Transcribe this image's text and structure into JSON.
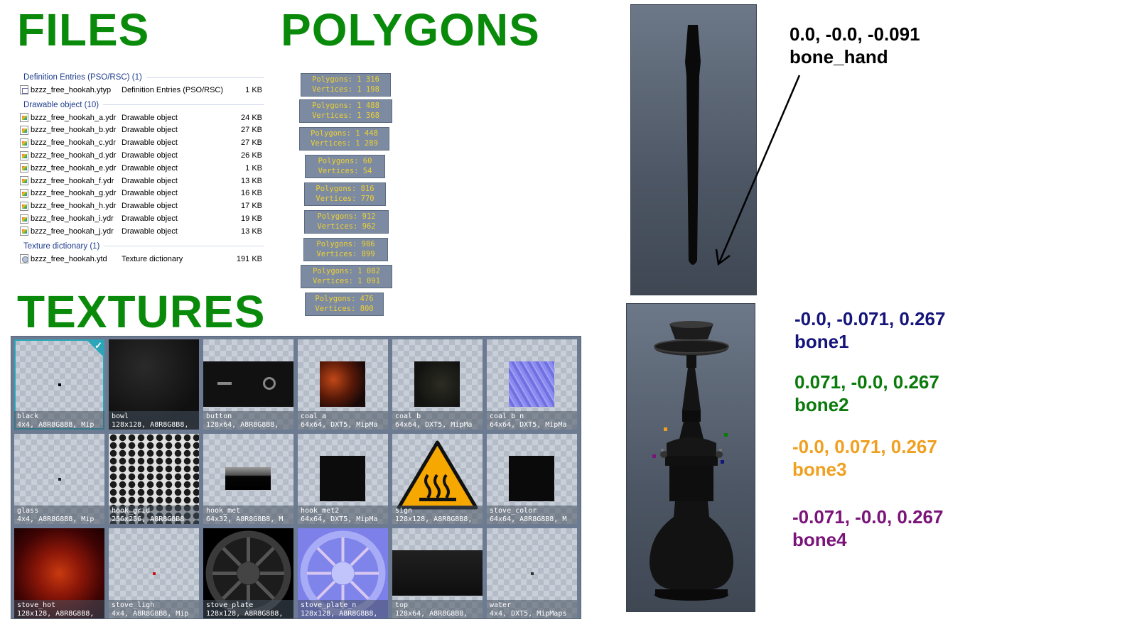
{
  "headings": {
    "files": "FILES",
    "polygons": "POLYGONS",
    "textures": "TEXTURES"
  },
  "files": {
    "groups": [
      {
        "label": "Definition Entries (PSO/RSC) (1)",
        "items": [
          {
            "name": "bzzz_free_hookah.ytyp",
            "type": "Definition Entries (PSO/RSC)",
            "size": "1 KB",
            "icon": "ytyp-file-icon"
          }
        ]
      },
      {
        "label": "Drawable object (10)",
        "items": [
          {
            "name": "bzzz_free_hookah_a.ydr",
            "type": "Drawable object",
            "size": "24 KB",
            "icon": "ydr-file-icon"
          },
          {
            "name": "bzzz_free_hookah_b.ydr",
            "type": "Drawable object",
            "size": "27 KB",
            "icon": "ydr-file-icon"
          },
          {
            "name": "bzzz_free_hookah_c.ydr",
            "type": "Drawable object",
            "size": "27 KB",
            "icon": "ydr-file-icon"
          },
          {
            "name": "bzzz_free_hookah_d.ydr",
            "type": "Drawable object",
            "size": "26 KB",
            "icon": "ydr-file-icon"
          },
          {
            "name": "bzzz_free_hookah_e.ydr",
            "type": "Drawable object",
            "size": "1 KB",
            "icon": "ydr-file-icon"
          },
          {
            "name": "bzzz_free_hookah_f.ydr",
            "type": "Drawable object",
            "size": "13 KB",
            "icon": "ydr-file-icon"
          },
          {
            "name": "bzzz_free_hookah_g.ydr",
            "type": "Drawable object",
            "size": "16 KB",
            "icon": "ydr-file-icon"
          },
          {
            "name": "bzzz_free_hookah_h.ydr",
            "type": "Drawable object",
            "size": "17 KB",
            "icon": "ydr-file-icon"
          },
          {
            "name": "bzzz_free_hookah_i.ydr",
            "type": "Drawable object",
            "size": "19 KB",
            "icon": "ydr-file-icon"
          },
          {
            "name": "bzzz_free_hookah_j.ydr",
            "type": "Drawable object",
            "size": "13 KB",
            "icon": "ydr-file-icon"
          }
        ]
      },
      {
        "label": "Texture dictionary (1)",
        "items": [
          {
            "name": "bzzz_free_hookah.ytd",
            "type": "Texture dictionary",
            "size": "191 KB",
            "icon": "ytd-file-icon"
          }
        ]
      }
    ]
  },
  "polygons": [
    {
      "polygons": "Polygons: 1 316",
      "vertices": "Vertices: 1 198"
    },
    {
      "polygons": "Polygons: 1 488",
      "vertices": "Vertices: 1 368"
    },
    {
      "polygons": "Polygons: 1 448",
      "vertices": "Vertices: 1 289"
    },
    {
      "polygons": "Polygons: 60",
      "vertices": "Vertices: 54"
    },
    {
      "polygons": "Polygons: 816",
      "vertices": "Vertices: 770"
    },
    {
      "polygons": "Polygons: 912",
      "vertices": "Vertices: 962"
    },
    {
      "polygons": "Polygons: 986",
      "vertices": "Vertices: 899"
    },
    {
      "polygons": "Polygons: 1 082",
      "vertices": "Vertices: 1 091"
    },
    {
      "polygons": "Polygons: 476",
      "vertices": "Vertices: 800"
    }
  ],
  "textures": [
    {
      "name": "black",
      "info": "4x4, A8R8G8B8, Mip",
      "selected": true
    },
    {
      "name": "bowl",
      "info": "128x128, A8R8G8B8,"
    },
    {
      "name": "button",
      "info": "128x64, A8R8G8B8,"
    },
    {
      "name": "coal_a",
      "info": "64x64, DXT5, MipMa"
    },
    {
      "name": "coal_b",
      "info": "64x64, DXT5, MipMa"
    },
    {
      "name": "coal_b_n",
      "info": "64x64, DXT5, MipMa"
    },
    {
      "name": "glass",
      "info": "4x4, A8R8G8B8, Mip"
    },
    {
      "name": "hook_grid",
      "info": "256x256, A8R8G8B8"
    },
    {
      "name": "hook_met",
      "info": "64x32, A8R8G8B8, M"
    },
    {
      "name": "hook_met2",
      "info": "64x64, DXT5, MipMa"
    },
    {
      "name": "sign",
      "info": "128x128, A8R8G8B8,"
    },
    {
      "name": "stove_color",
      "info": "64x64, A8R8G8B8, M"
    },
    {
      "name": "stove_hot",
      "info": "128x128, A8R8G8B8,"
    },
    {
      "name": "stove_ligh",
      "info": "4x4, A8R8G8B8, Mip"
    },
    {
      "name": "stove_plate",
      "info": "128x128, A8R8G8B8,"
    },
    {
      "name": "stove_plate_n",
      "info": "128x128, A8R8G8B8,"
    },
    {
      "name": "top",
      "info": "128x64, A8R8G8B8,"
    },
    {
      "name": "water",
      "info": "4x4, DXT5, MipMaps"
    }
  ],
  "bones": {
    "hand": {
      "coords": "0.0, -0.0, -0.091",
      "name": "bone_hand",
      "color": "#000000"
    },
    "list": [
      {
        "coords": "-0.0, -0.071, 0.267",
        "name": "bone1",
        "color": "#14147a"
      },
      {
        "coords": "0.071, -0.0, 0.267",
        "name": "bone2",
        "color": "#0a7a0a"
      },
      {
        "coords": "-0.0, 0.071, 0.267",
        "name": "bone3",
        "color": "#f0a020"
      },
      {
        "coords": "-0.071, -0.0, 0.267",
        "name": "bone4",
        "color": "#7a147a"
      }
    ]
  },
  "colors": {
    "heading": "#0a8a0a",
    "polygon_text": "#f0d030",
    "selection": "#2aa6b8"
  }
}
